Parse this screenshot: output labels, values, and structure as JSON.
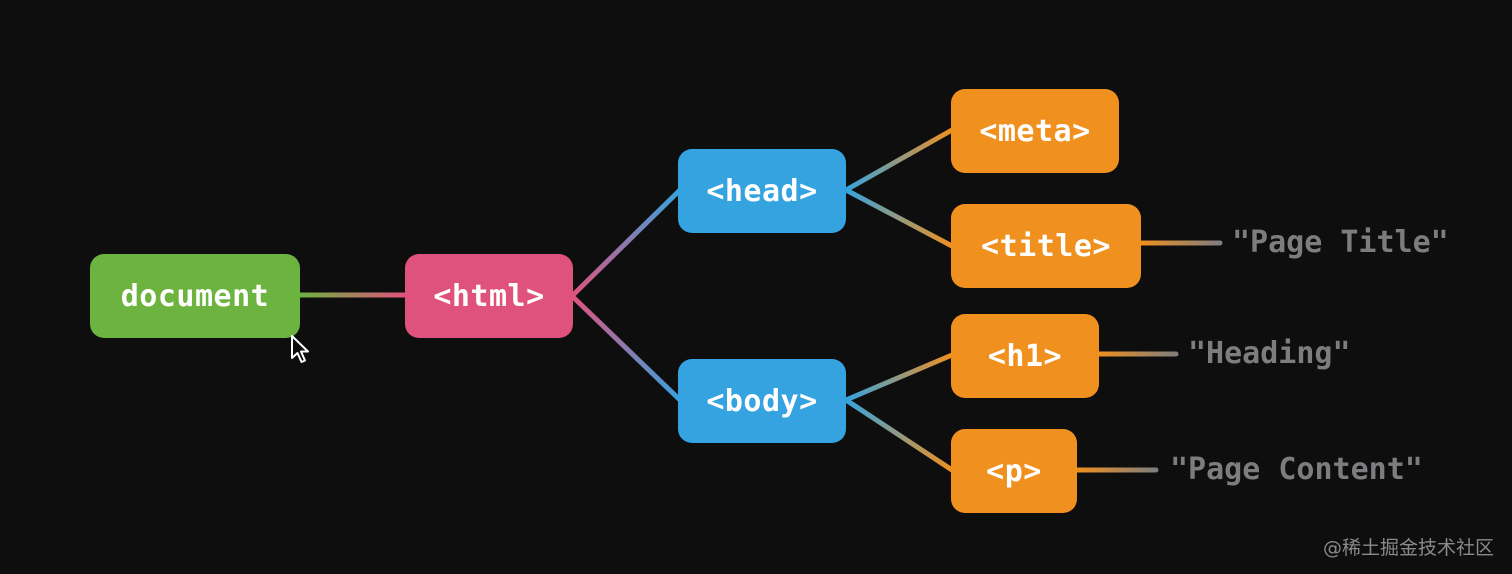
{
  "colors": {
    "background": "#0e0e0f",
    "document": "#6cb33f",
    "html": "#e0527e",
    "head_body": "#35a3df",
    "leaf_elements": "#f0901e",
    "text_nodes": "#7d7d80"
  },
  "nodes": {
    "document": "document",
    "html": "<html>",
    "head": "<head>",
    "body": "<body>",
    "meta": "<meta>",
    "title": "<title>",
    "h1": "<h1>",
    "p": "<p>"
  },
  "text_nodes": {
    "title_text": "\"Page Title\"",
    "h1_text": "\"Heading\"",
    "p_text": "\"Page Content\""
  },
  "watermark": "@稀土掘金技术社区",
  "cursor_icon": "mouse-pointer-icon"
}
